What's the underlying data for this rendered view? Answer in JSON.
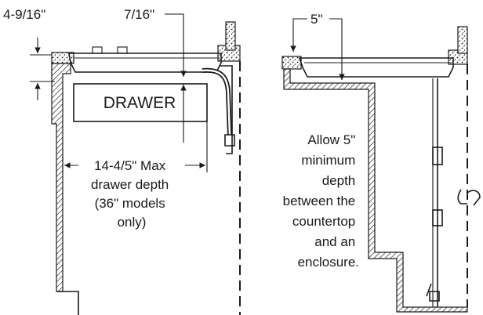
{
  "labels": {
    "dim_countertop": "4-9/16\"",
    "dim_gap": "7/16\"",
    "drawer": "DRAWER",
    "dim_enclosure": "5\"",
    "max_depth_lines": [
      "14-4/5\" Max",
      "drawer depth",
      "(36\" models",
      "only)"
    ],
    "allow_lines": [
      "Allow 5\"",
      "minimum",
      "depth",
      "between the",
      "countertop",
      "and an",
      "enclosure."
    ]
  },
  "colors": {
    "ink": "#1a1a1a",
    "background": "#ffffff"
  }
}
